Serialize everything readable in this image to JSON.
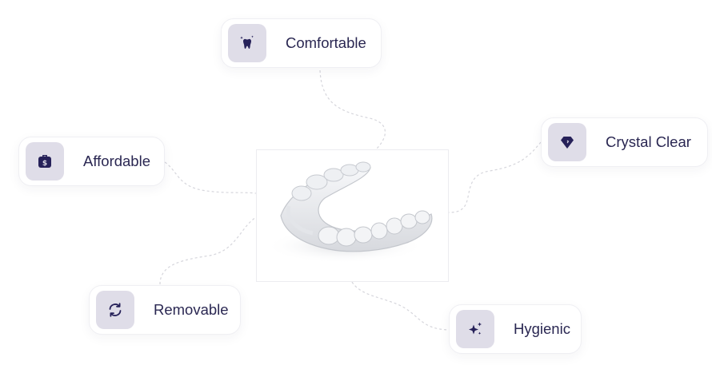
{
  "colors": {
    "icon_bg": "#dfdde8",
    "icon_fg": "#262159",
    "label": "#2a2752",
    "connector": "#d6d6dc"
  },
  "features": [
    {
      "id": "comfortable",
      "label": "Comfortable",
      "icon": "tooth-sparkle-icon"
    },
    {
      "id": "affordable",
      "label": "Affordable",
      "icon": "money-bag-icon"
    },
    {
      "id": "crystal-clear",
      "label": "Crystal Clear",
      "icon": "diamond-icon"
    },
    {
      "id": "removable",
      "label": "Removable",
      "icon": "refresh-icon"
    },
    {
      "id": "hygienic",
      "label": "Hygienic",
      "icon": "sparkle-icon"
    }
  ],
  "center_image": {
    "subject": "clear-aligner"
  }
}
